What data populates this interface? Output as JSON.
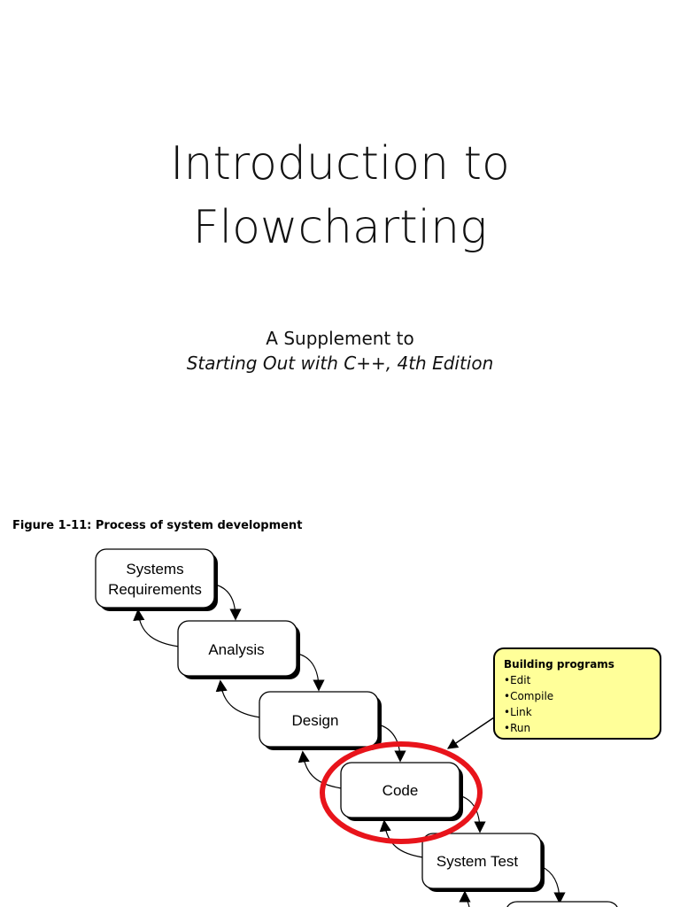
{
  "title": {
    "line1": "Introduction to",
    "line2": "Flowcharting"
  },
  "subtitle": {
    "line1": "A Supplement to",
    "line2": "Starting Out with C++, 4th Edition"
  },
  "figure": {
    "caption": "Figure 1-11: Process of system development",
    "steps": [
      {
        "line1": "Systems",
        "line2": "Requirements"
      },
      {
        "label": "Analysis"
      },
      {
        "label": "Design"
      },
      {
        "label": "Code"
      },
      {
        "label": "System Test"
      }
    ],
    "callout": {
      "title": "Building programs",
      "items": [
        "Edit",
        "Compile",
        "Link",
        "Run"
      ]
    },
    "colors": {
      "highlight": "#e8141b",
      "callout_fill": "#ffff99"
    }
  }
}
